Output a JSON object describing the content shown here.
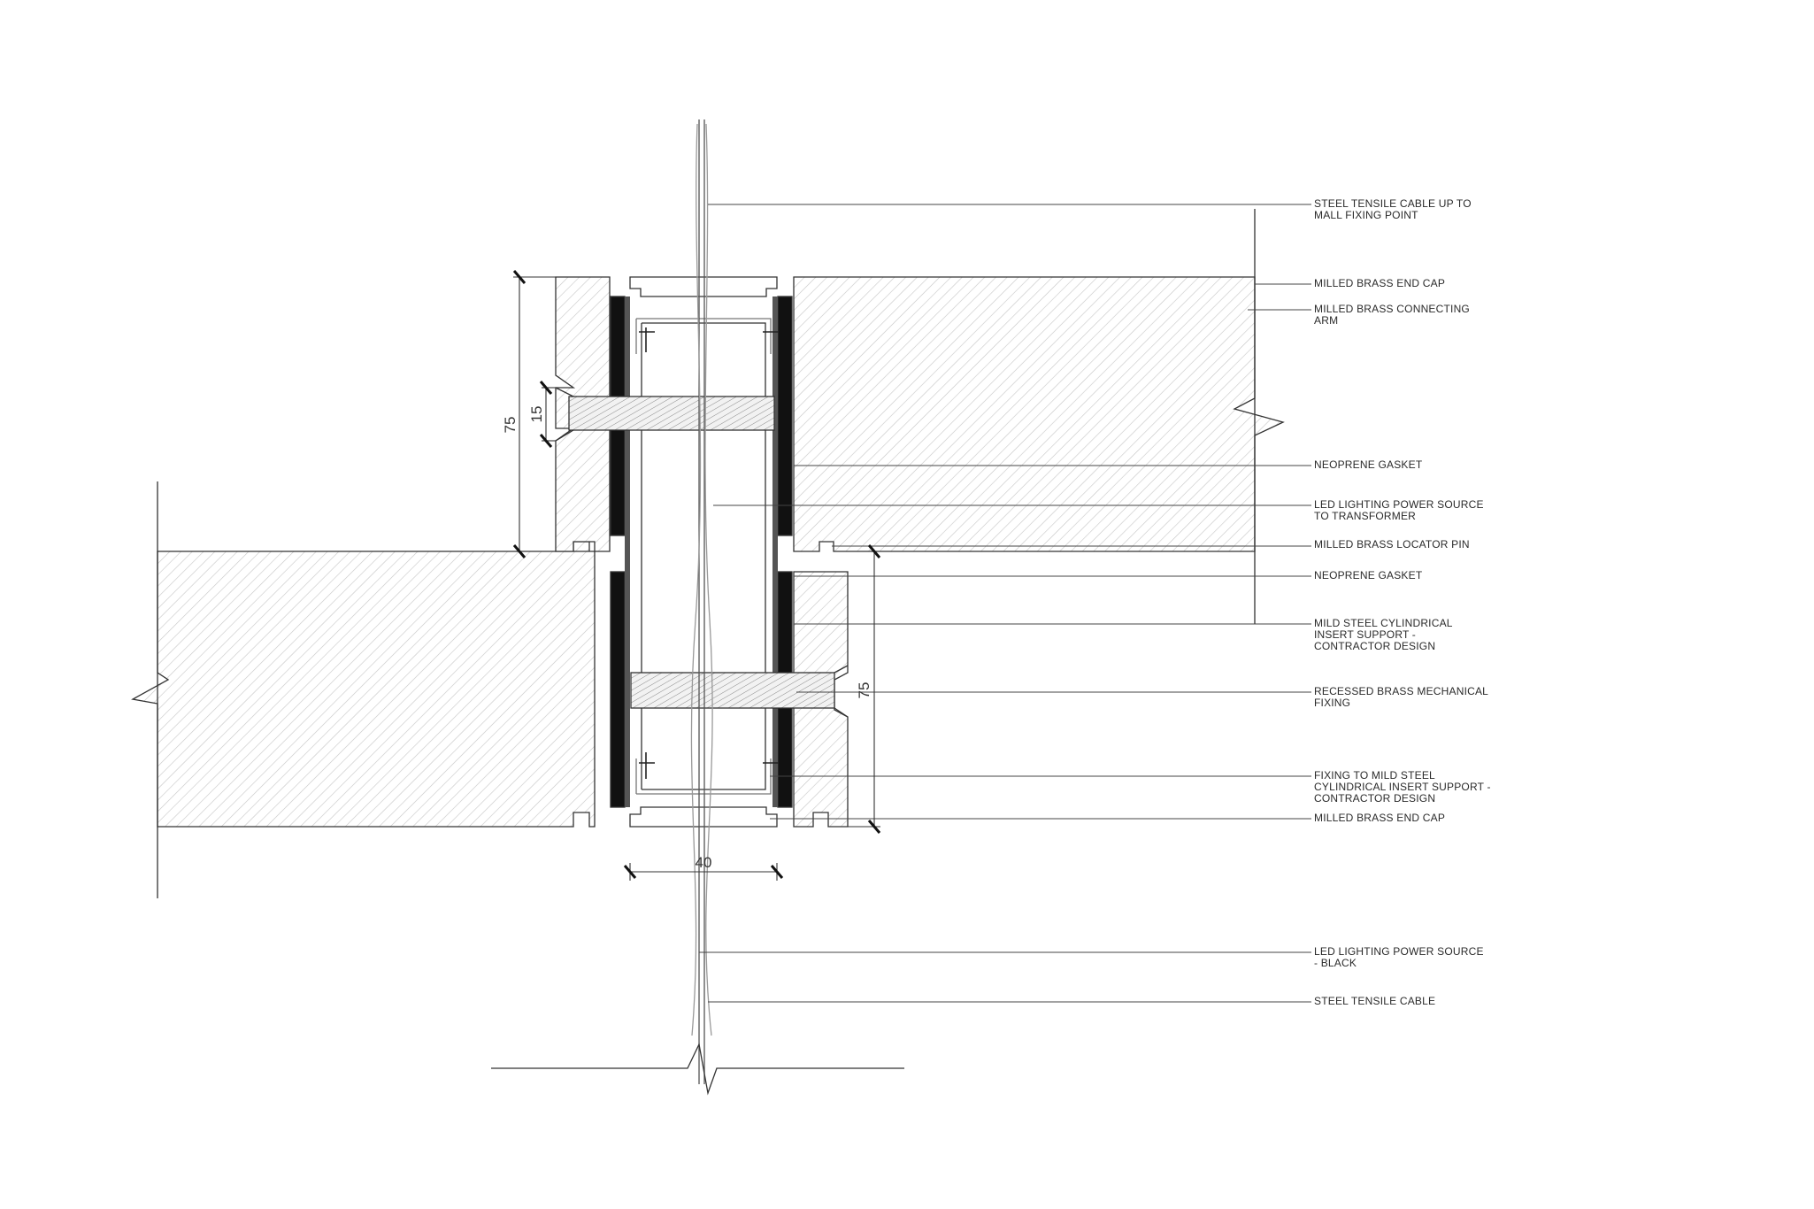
{
  "labels": {
    "l01": "STEEL TENSILE CABLE UP TO\nMALL FIXING POINT",
    "l02": "MILLED BRASS END CAP",
    "l03": "MILLED BRASS CONNECTING\nARM",
    "l04": "NEOPRENE GASKET",
    "l05": "LED LIGHTING POWER SOURCE\nTO TRANSFORMER",
    "l06": "MILLED BRASS LOCATOR PIN",
    "l07": "NEOPRENE GASKET",
    "l08": "MILD STEEL CYLINDRICAL\nINSERT  SUPPORT -\nCONTRACTOR DESIGN",
    "l09": "RECESSED BRASS  MECHANICAL\nFIXING",
    "l10": "FIXING TO MILD STEEL\nCYLINDRICAL INSERT  SUPPORT -\nCONTRACTOR DESIGN",
    "l11": "MILLED BRASS END CAP",
    "l12": "LED LIGHTING POWER SOURCE\n- BLACK",
    "l13": "STEEL TENSILE CABLE"
  },
  "dimensions": {
    "upper_height": "75",
    "fixing_height": "15",
    "lower_height": "75",
    "width": "40"
  },
  "colors": {
    "line": "#333333",
    "hatch": "#c8c8c8",
    "gasket": "#111111"
  }
}
